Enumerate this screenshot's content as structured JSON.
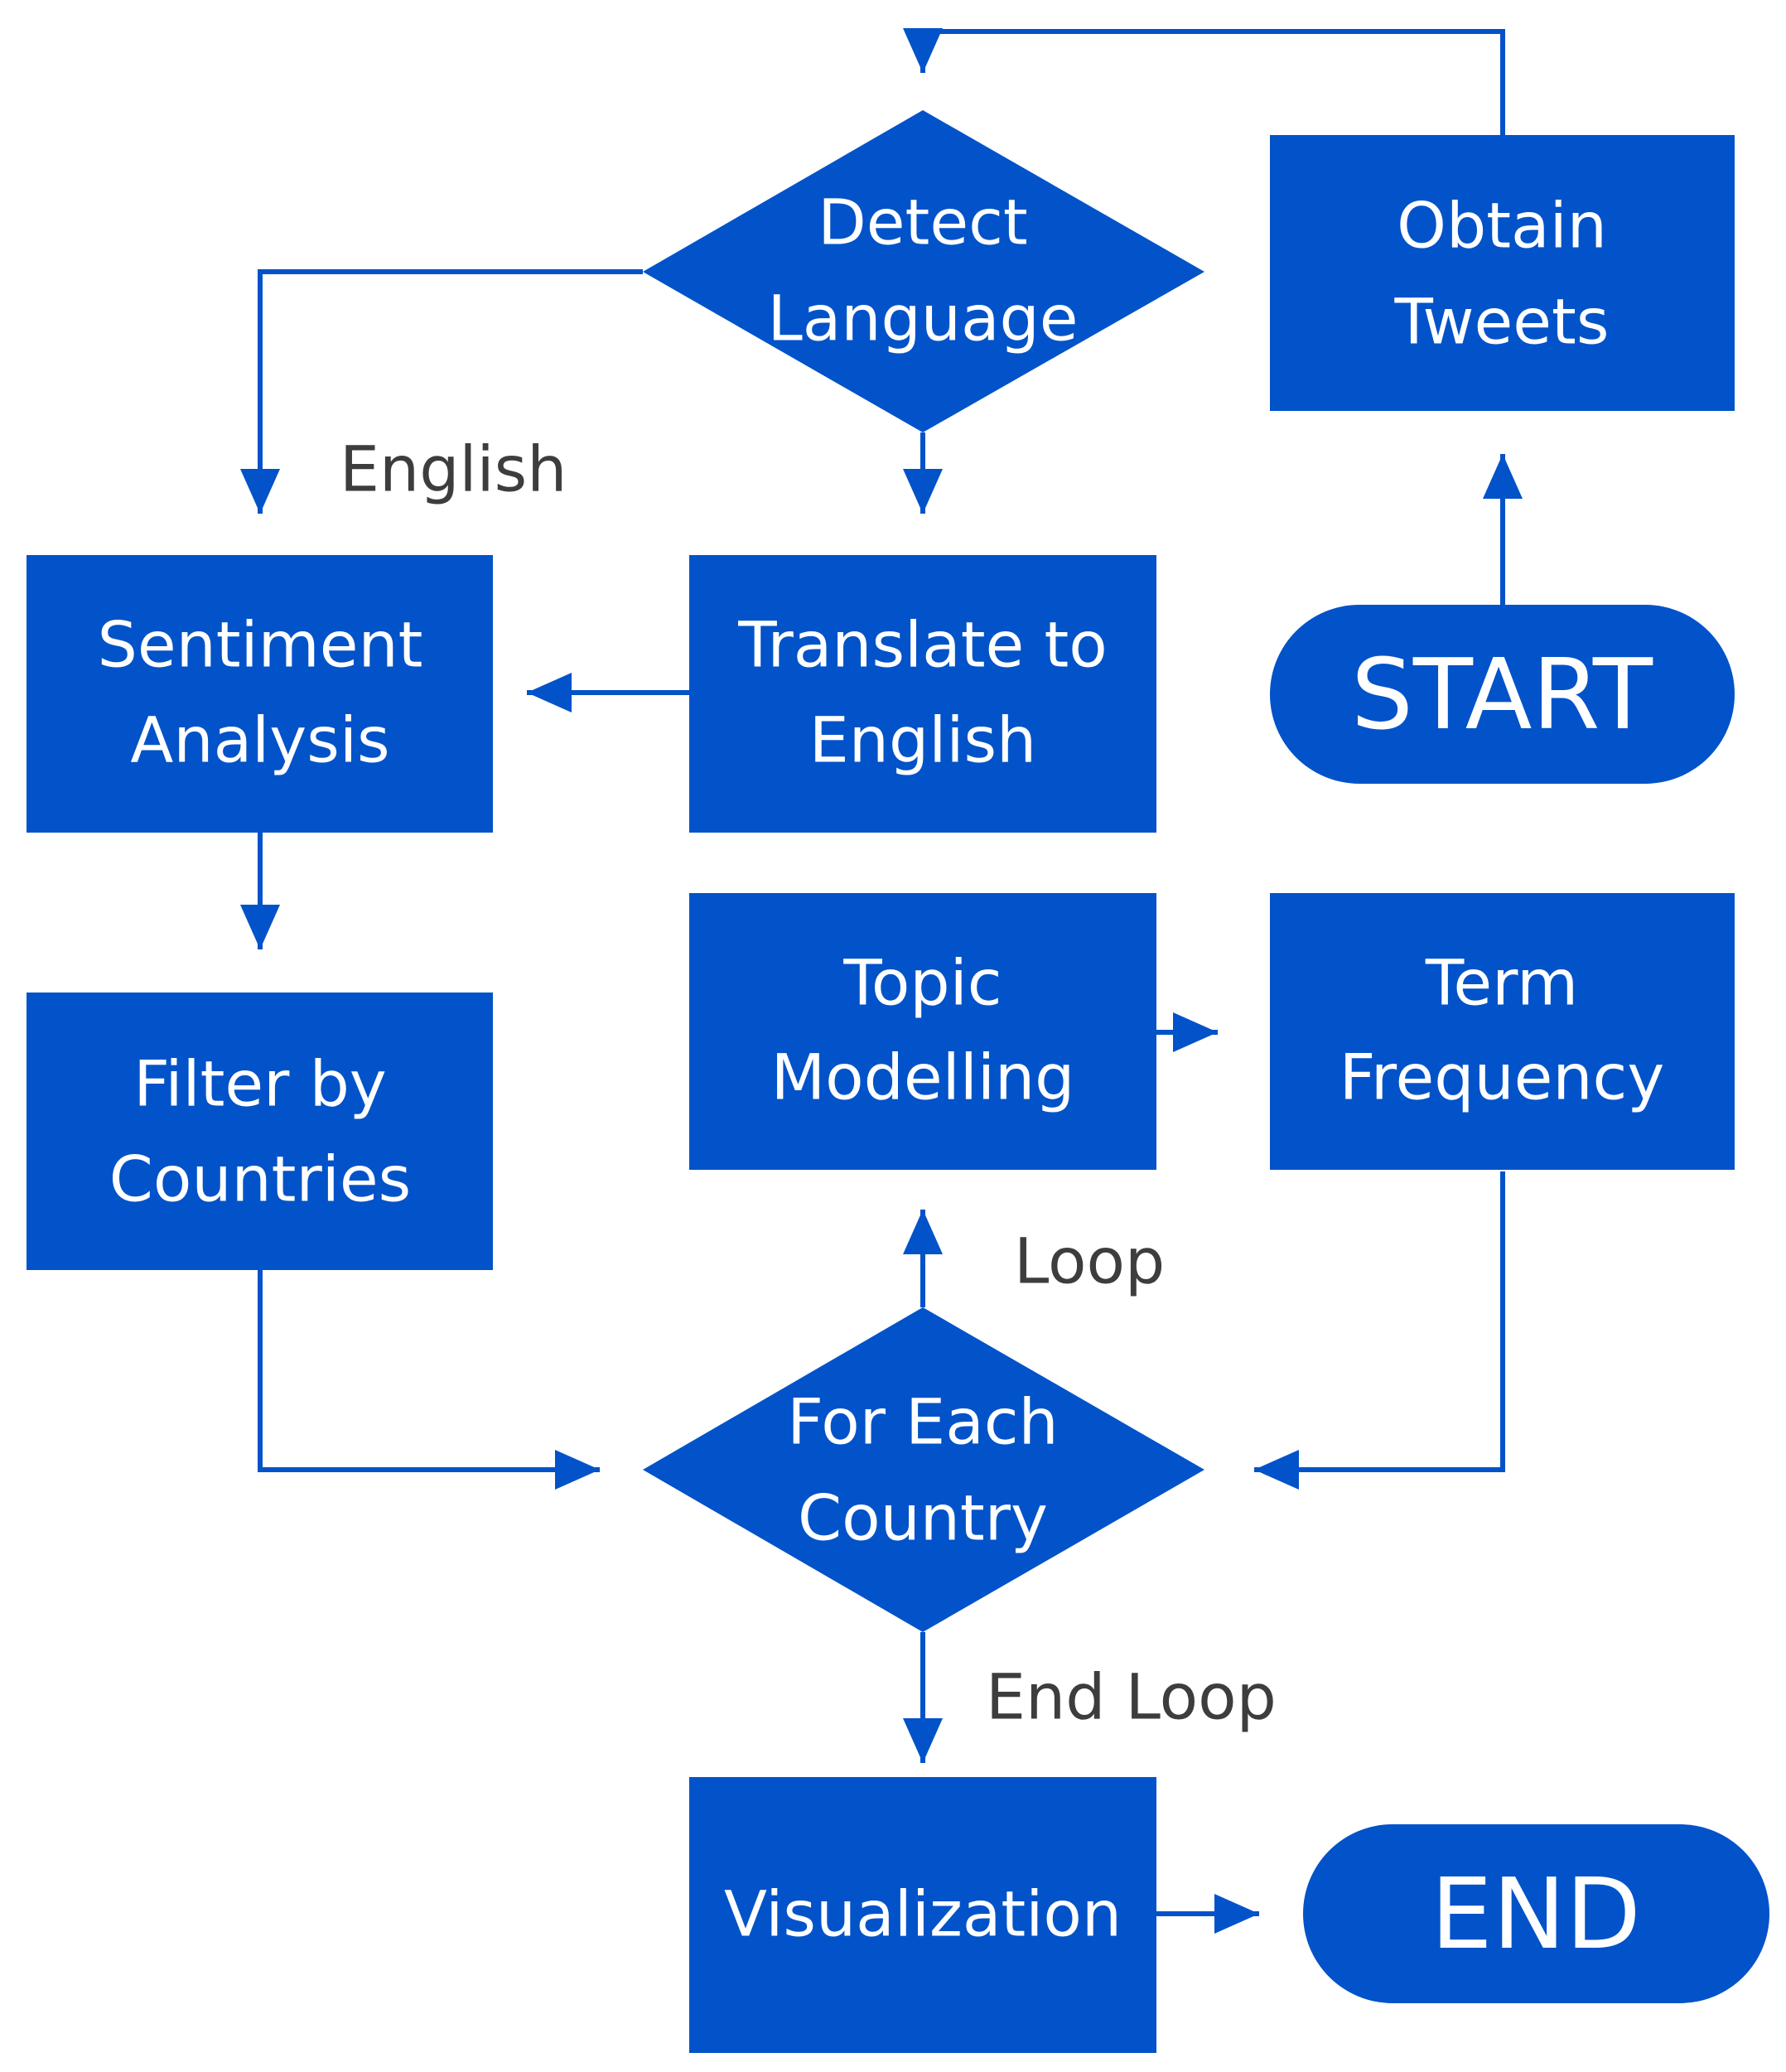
{
  "colors": {
    "node_fill": "#0253C9",
    "edge": "#0253C9",
    "edge_label": "#3d3d3d",
    "node_text": "#ffffff",
    "background": "#ffffff"
  },
  "nodes": {
    "start": {
      "type": "terminal",
      "label": "START"
    },
    "obtain_tweets": {
      "type": "process",
      "lines": [
        "Obtain",
        "Tweets"
      ]
    },
    "detect_language": {
      "type": "decision",
      "lines": [
        "Detect",
        "Language"
      ]
    },
    "translate": {
      "type": "process",
      "lines": [
        "Translate to",
        "English"
      ]
    },
    "sentiment": {
      "type": "process",
      "lines": [
        "Sentiment",
        "Analysis"
      ]
    },
    "filter": {
      "type": "process",
      "lines": [
        "Filter by",
        "Countries"
      ]
    },
    "for_each": {
      "type": "decision",
      "lines": [
        "For Each",
        "Country"
      ]
    },
    "topic": {
      "type": "process",
      "lines": [
        "Topic",
        "Modelling"
      ]
    },
    "term_frequency": {
      "type": "process",
      "lines": [
        "Term",
        "Frequency"
      ]
    },
    "visualization": {
      "type": "process",
      "lines": [
        "Visualization"
      ]
    },
    "end": {
      "type": "terminal",
      "label": "END"
    }
  },
  "edges": [
    {
      "from": "start",
      "to": "obtain_tweets"
    },
    {
      "from": "obtain_tweets",
      "to": "detect_language"
    },
    {
      "from": "detect_language",
      "to": "sentiment",
      "label": "English"
    },
    {
      "from": "detect_language",
      "to": "translate"
    },
    {
      "from": "translate",
      "to": "sentiment"
    },
    {
      "from": "sentiment",
      "to": "filter"
    },
    {
      "from": "filter",
      "to": "for_each"
    },
    {
      "from": "for_each",
      "to": "topic",
      "label": "Loop"
    },
    {
      "from": "topic",
      "to": "term_frequency"
    },
    {
      "from": "term_frequency",
      "to": "for_each"
    },
    {
      "from": "for_each",
      "to": "visualization",
      "label": "End Loop"
    },
    {
      "from": "visualization",
      "to": "end"
    }
  ]
}
